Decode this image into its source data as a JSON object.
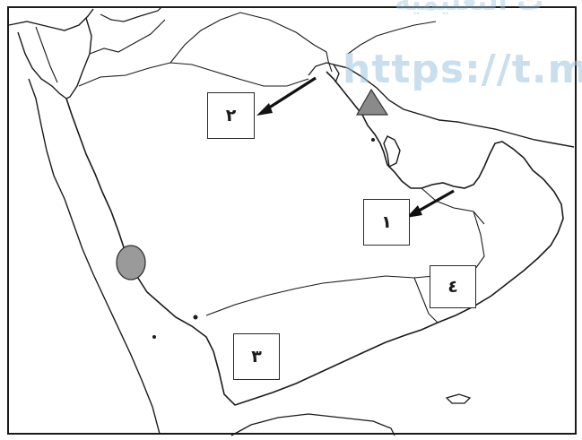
{
  "map": {
    "labels": {
      "label_1": "١",
      "label_2": "٢",
      "label_3": "٣",
      "label_4": "٤"
    },
    "markers": [
      {
        "name": "triangle-marker",
        "shape": "triangle",
        "color": "#8a8a8a"
      },
      {
        "name": "circle-marker",
        "shape": "circle",
        "color": "#9a9a9a"
      }
    ]
  },
  "watermark": {
    "text": "https://t.m",
    "top_text": "ت التعليمية"
  },
  "colors": {
    "land_outline": "#1a1a1a",
    "background": "#ffffff",
    "watermark": "#9fc6df"
  }
}
